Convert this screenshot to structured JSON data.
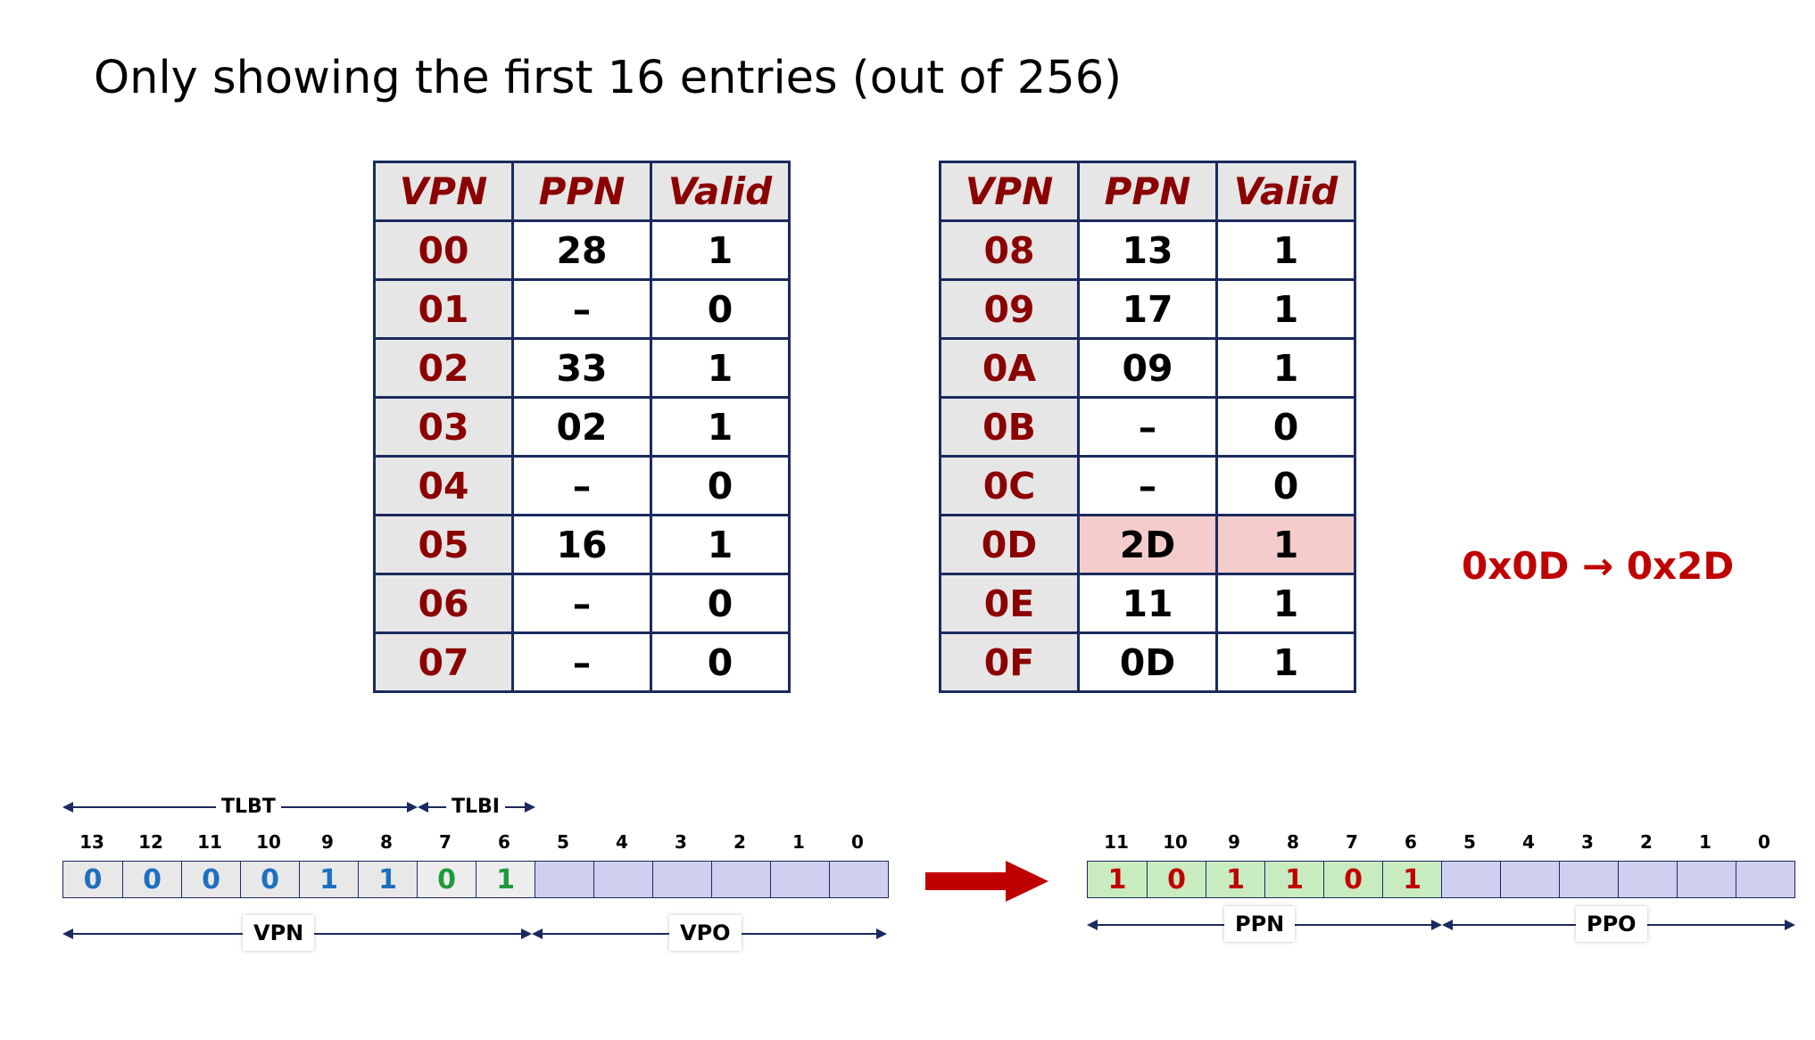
{
  "title": "Only showing the first 16 entries (out of 256)",
  "table_headers": [
    "VPN",
    "PPN",
    "Valid"
  ],
  "table_left": [
    {
      "vpn": "00",
      "ppn": "28",
      "valid": "1"
    },
    {
      "vpn": "01",
      "ppn": "–",
      "valid": "0"
    },
    {
      "vpn": "02",
      "ppn": "33",
      "valid": "1"
    },
    {
      "vpn": "03",
      "ppn": "02",
      "valid": "1"
    },
    {
      "vpn": "04",
      "ppn": "–",
      "valid": "0"
    },
    {
      "vpn": "05",
      "ppn": "16",
      "valid": "1"
    },
    {
      "vpn": "06",
      "ppn": "–",
      "valid": "0"
    },
    {
      "vpn": "07",
      "ppn": "–",
      "valid": "0"
    }
  ],
  "table_right": [
    {
      "vpn": "08",
      "ppn": "13",
      "valid": "1"
    },
    {
      "vpn": "09",
      "ppn": "17",
      "valid": "1"
    },
    {
      "vpn": "0A",
      "ppn": "09",
      "valid": "1"
    },
    {
      "vpn": "0B",
      "ppn": "–",
      "valid": "0"
    },
    {
      "vpn": "0C",
      "ppn": "–",
      "valid": "0"
    },
    {
      "vpn": "0D",
      "ppn": "2D",
      "valid": "1",
      "highlight": true
    },
    {
      "vpn": "0E",
      "ppn": "11",
      "valid": "1"
    },
    {
      "vpn": "0F",
      "ppn": "0D",
      "valid": "1"
    }
  ],
  "mapping": "0x0D → 0x2D",
  "virtual_address": {
    "bit_numbers": [
      "13",
      "12",
      "11",
      "10",
      "9",
      "8",
      "7",
      "6",
      "5",
      "4",
      "3",
      "2",
      "1",
      "0"
    ],
    "bits": [
      "0",
      "0",
      "0",
      "0",
      "1",
      "1",
      "0",
      "1",
      "",
      "",
      "",
      "",
      "",
      ""
    ],
    "labels": {
      "tlbt": "TLBT",
      "tlbi": "TLBI",
      "vpn": "VPN",
      "vpo": "VPO"
    }
  },
  "physical_address": {
    "bit_numbers": [
      "11",
      "10",
      "9",
      "8",
      "7",
      "6",
      "5",
      "4",
      "3",
      "2",
      "1",
      "0"
    ],
    "bits": [
      "1",
      "0",
      "1",
      "1",
      "0",
      "1",
      "",
      "",
      "",
      "",
      "",
      ""
    ],
    "labels": {
      "ppn": "PPN",
      "ppo": "PPO"
    }
  },
  "colors": {
    "header_red": "#8b0000",
    "highlight": "#f4cccc",
    "arrow": "#c00000",
    "ppn_fill": "#c8ecc0",
    "offset_fill": "#cfd0f0"
  }
}
